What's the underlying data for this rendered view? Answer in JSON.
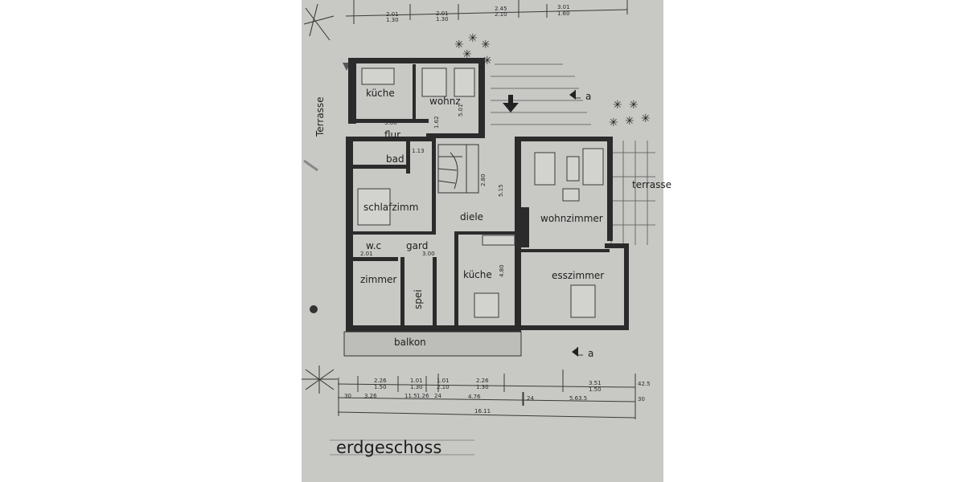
{
  "plan": {
    "title": "erdgeschoss",
    "rooms": {
      "kueche_top": "küche",
      "wohnz": "wohnz",
      "flur": "flur",
      "bad": "bad",
      "schlafzimm": "schlafzimm",
      "diele": "diele",
      "wohnzimmer": "wohnzimmer",
      "wc": "w.c",
      "gard": "gard",
      "kueche": "küche",
      "esszimmer": "esszimmer",
      "zimmer": "zimmer",
      "spei": "spei",
      "balkon": "balkon",
      "terrasse_left": "Terrasse",
      "terrasse_right": "terrasse"
    },
    "section_marker": "a",
    "dimensions_top": [
      "2.01",
      "1.30",
      "2.01",
      "1.30",
      "2.45",
      "2.10",
      "3.01",
      "1.60"
    ],
    "dimensions_interior": [
      "3.60",
      "5.01",
      "1.62",
      "1.13",
      "2.80",
      "5.15",
      "4.80",
      "2.01",
      "3.00"
    ],
    "dimensions_bottom_row1": [
      "2.26",
      "1.50",
      "1.01",
      "1.30",
      "1.01",
      "2.10",
      "2.26",
      "1.30",
      "3.51",
      "1.50",
      "42.5"
    ],
    "dimensions_bottom_row2": [
      "30",
      "3.26",
      "11.5",
      "1.26",
      "24",
      "4.76",
      "24",
      "5.63.5",
      "30"
    ],
    "dimensions_total": "16.11"
  }
}
